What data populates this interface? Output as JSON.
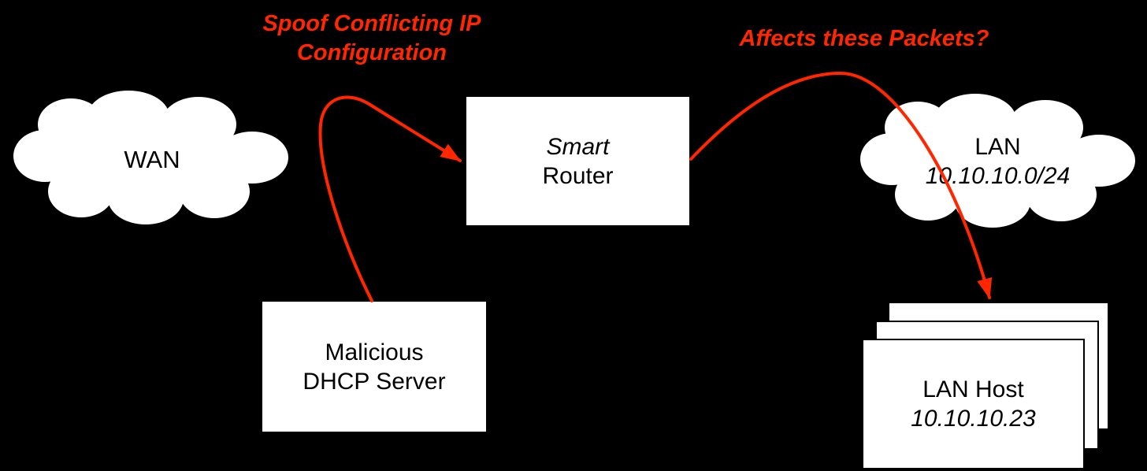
{
  "colors": {
    "background": "#000000",
    "node_fill": "#ffffff",
    "node_text": "#000000",
    "annotation_red": "#ff2600"
  },
  "annotations": {
    "spoof_line1": "Spoof Conflicting IP",
    "spoof_line2": "Configuration",
    "affects": "Affects these Packets?"
  },
  "nodes": {
    "wan_cloud": {
      "label": "WAN"
    },
    "router": {
      "line1": "Smart",
      "line2": "Router"
    },
    "lan_cloud": {
      "line1": "LAN",
      "line2": "10.10.10.0/24"
    },
    "dhcp_server": {
      "line1": "Malicious",
      "line2": "DHCP Server"
    },
    "lan_host": {
      "line1": "LAN Host",
      "line2": "10.10.10.23"
    }
  }
}
